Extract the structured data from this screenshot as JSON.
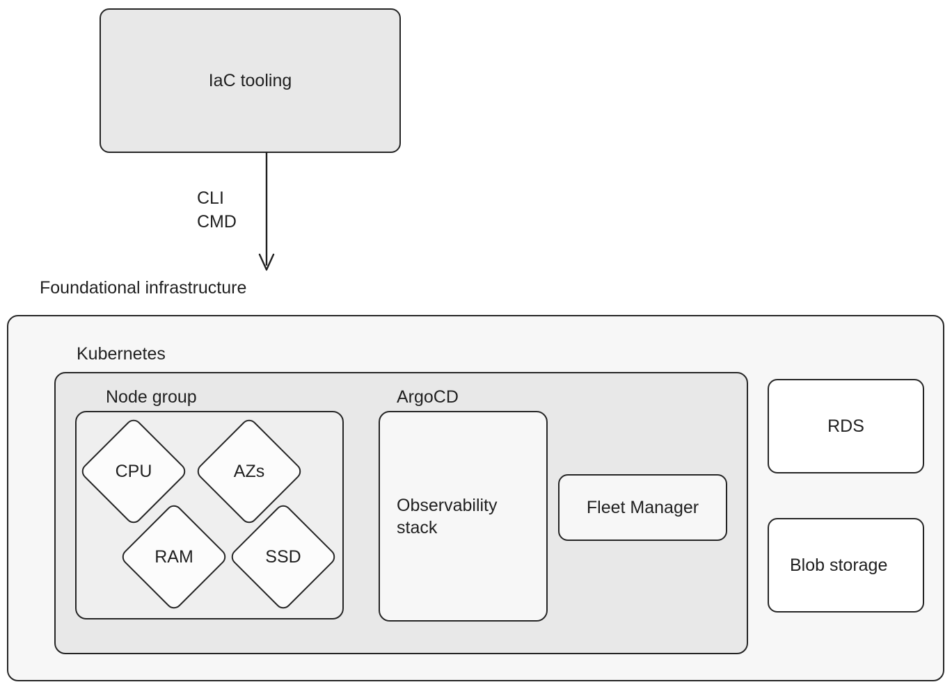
{
  "diagram": {
    "title_label": "Foundational infrastructure",
    "colors": {
      "stroke": "#242424",
      "text": "#1f1f1f",
      "iac_fill": "#e8e8e8",
      "outer_fill": "#f7f7f7",
      "kubernetes_fill": "#e8e8e8",
      "nodegroup_fill": "#efefef",
      "diamond_fill": "#fcfcfc",
      "card_fill": "#ffffff",
      "canvas": "#ffffff"
    }
  },
  "iac": {
    "label": "IaC tooling"
  },
  "edge": {
    "label_line1": "CLI",
    "label_line2": "CMD",
    "arrow_icon": "arrow-down-icon"
  },
  "foundational": {
    "label": "Foundational infrastructure"
  },
  "kubernetes": {
    "label": "Kubernetes"
  },
  "node_group": {
    "label": "Node group",
    "resources": [
      {
        "label": "CPU"
      },
      {
        "label": "AZs"
      },
      {
        "label": "RAM"
      },
      {
        "label": "SSD"
      }
    ]
  },
  "argocd": {
    "label": "ArgoCD",
    "observability": {
      "label": "Observability stack"
    },
    "fleet_manager": {
      "label": "Fleet Manager"
    }
  },
  "services": [
    {
      "label": "RDS"
    },
    {
      "label": "Blob storage"
    }
  ]
}
